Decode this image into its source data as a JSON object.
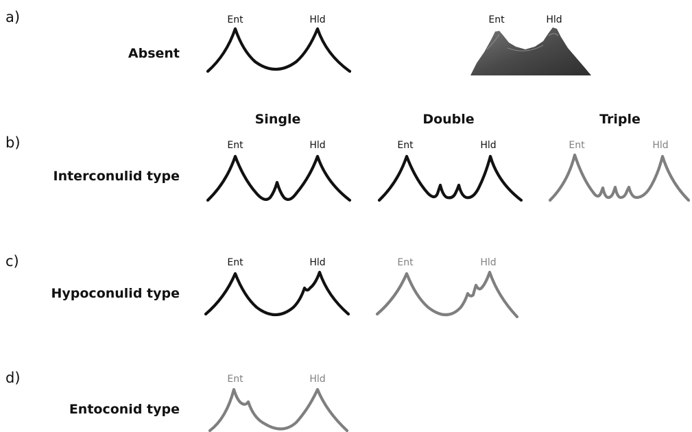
{
  "panels": {
    "a": "a)",
    "b": "b)",
    "c": "c)",
    "d": "d)"
  },
  "rows": {
    "absent": "Absent",
    "interconulid": "Interconulid type",
    "hypoconulid": "Hypoconulid type",
    "entoconid": "Entoconid type"
  },
  "columns": {
    "single": "Single",
    "double": "Double",
    "triple": "Triple"
  },
  "cusps": {
    "left": "Ent",
    "right": "Hld"
  },
  "colors": {
    "present": "#111111",
    "absent_gray": "#7f7f7f",
    "model": "#5a5a5a"
  }
}
